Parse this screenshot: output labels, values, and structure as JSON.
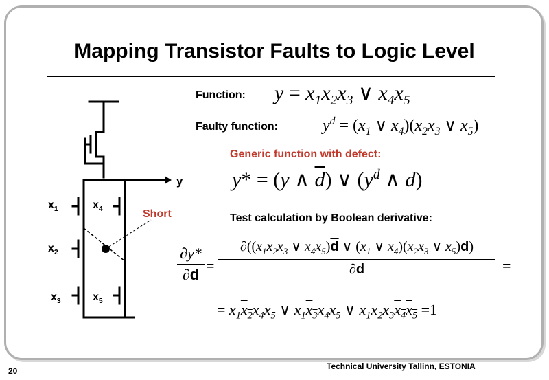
{
  "slide": {
    "title": "Mapping Transistor Faults to Logic Level",
    "page_number": "20",
    "footer": "Technical University Tallinn, ESTONIA"
  },
  "circuit": {
    "output_label": "y",
    "short_label": "Short",
    "inputs": [
      "x1",
      "x2",
      "x3",
      "x4",
      "x5"
    ]
  },
  "labels": {
    "function": "Function:",
    "faulty_function": "Faulty function:",
    "generic": "Generic function with defect:",
    "test_calc": "Test calculation by Boolean derivative:"
  },
  "equations": {
    "function": "y = x1x2x3 ∨ x4x5",
    "faulty": "yd = (x1 ∨ x4)(x2x3 ∨ x5)",
    "generic": "y* = (y ∧ d̄) ∨ (yd ∧ d)",
    "derivative": "∂y*/∂d = ∂((x1x2x3 ∨ x4x5)d̄ ∨ (x1 ∨ x4)(x2x3 ∨ x5)d)/∂d =",
    "result": "= x1x̄2x4x5 ∨ x1x̄3x4x5 ∨ x1x2x3x̄4x̄5 = 1"
  },
  "colors": {
    "accent_red": "#c0392b",
    "frame_gray": "#b0b0b0"
  }
}
